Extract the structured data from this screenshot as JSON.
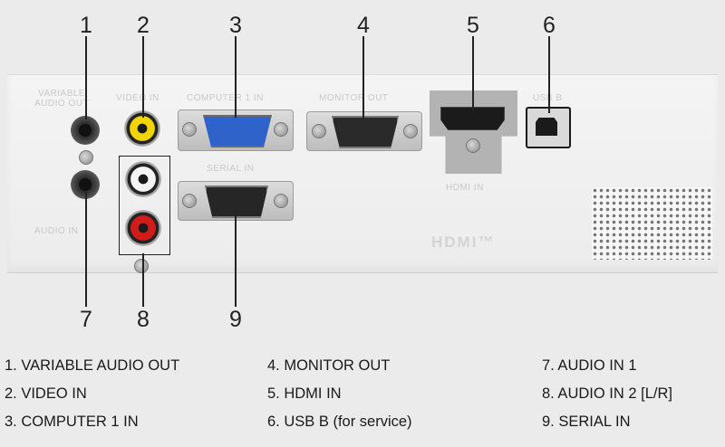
{
  "callouts": {
    "c1": "1",
    "c2": "2",
    "c3": "3",
    "c4": "4",
    "c5": "5",
    "c6": "6",
    "c7": "7",
    "c8": "8",
    "c9": "9"
  },
  "panel_labels": {
    "variable_audio_out": "VARIABLE\nAUDIO OUT",
    "video_in": "VIDEO IN",
    "computer_1_in": "COMPUTER 1 IN",
    "monitor_out": "MONITOR OUT",
    "usb_b": "USB B",
    "serial_in": "SERIAL IN",
    "hdmi_in": "HDMI IN",
    "audio_in": "AUDIO IN",
    "hdmi_logo": "HDMI™"
  },
  "legend": {
    "col1": [
      "1. VARIABLE AUDIO OUT",
      "2. VIDEO IN",
      "3. COMPUTER 1 IN"
    ],
    "col2": [
      "4. MONITOR OUT",
      "5. HDMI IN",
      "6. USB B (for service)"
    ],
    "col3": [
      "7. AUDIO IN 1",
      "8. AUDIO IN 2 [L/R]",
      "9. SERIAL IN"
    ]
  },
  "colors": {
    "video_jack": "#f2d400",
    "audio_r_jack": "#d21b1b",
    "audio_l_jack": "#f4f4f4",
    "vga_blue": "#2f63c9",
    "hdmi_plate": "#b3b3b3"
  }
}
